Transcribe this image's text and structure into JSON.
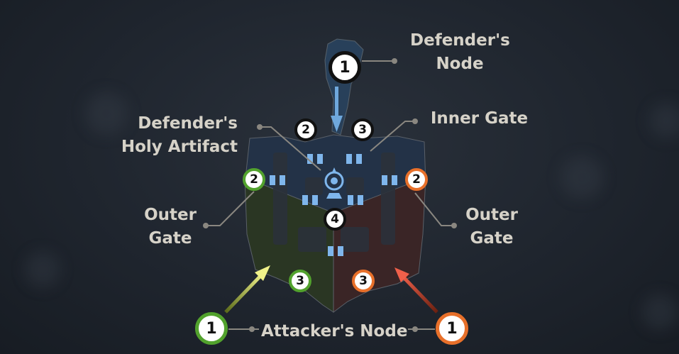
{
  "labels": {
    "defenders_node": [
      "Defender's",
      "Node"
    ],
    "holy_artifact": [
      "Defender's",
      "Holy Artifact"
    ],
    "inner_gate": "Inner Gate",
    "outer_gate_left": [
      "Outer",
      "Gate"
    ],
    "outer_gate_right": [
      "Outer",
      "Gate"
    ],
    "attackers_node": "Attacker's Node"
  },
  "markers": {
    "defender_node": "1",
    "defender_gate_left": "2",
    "defender_gate_right": "3",
    "center": "4",
    "green_outer_gate": "2",
    "orange_outer_gate": "2",
    "green_base": "3",
    "orange_base": "3",
    "green_node": "1",
    "orange_node": "1"
  },
  "colors": {
    "defender": "#6fa8dc",
    "green_team": "#52a22d",
    "orange_team": "#e8702a",
    "label": "#d6d2c8"
  }
}
